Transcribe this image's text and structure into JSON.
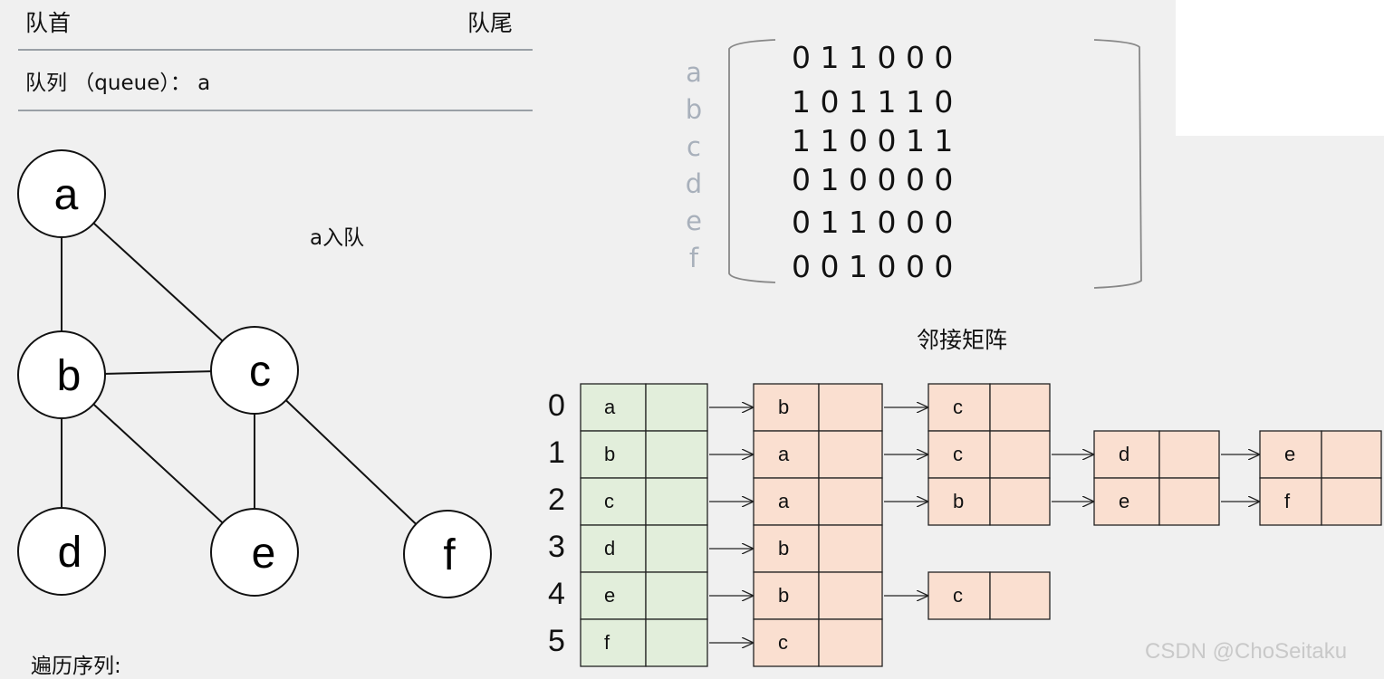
{
  "queue": {
    "head_label": "队首",
    "tail_label": "队尾",
    "content_label": "队列 （queue）： a"
  },
  "step_label": "a入队",
  "traversal_label": "遍历序列:",
  "graph": {
    "nodes": [
      "a",
      "b",
      "c",
      "d",
      "e",
      "f"
    ],
    "edges": [
      [
        "a",
        "b"
      ],
      [
        "a",
        "c"
      ],
      [
        "b",
        "c"
      ],
      [
        "b",
        "d"
      ],
      [
        "b",
        "e"
      ],
      [
        "c",
        "e"
      ],
      [
        "c",
        "f"
      ]
    ]
  },
  "matrix": {
    "row_labels": [
      "a",
      "b",
      "c",
      "d",
      "e",
      "f"
    ],
    "rows": [
      "0 1 1 0 0 0",
      "1 0 1 1 1 0",
      "1 1 0 0 1 1",
      "0 1 0 0 0 0",
      "0 1 1 0 0 0",
      "0 0 1 0 0 0"
    ],
    "caption": "邻接矩阵"
  },
  "adjacency_list": {
    "indices": [
      "0",
      "1",
      "2",
      "3",
      "4",
      "5"
    ],
    "heads": [
      "a",
      "b",
      "c",
      "d",
      "e",
      "f"
    ],
    "rows": [
      [
        "b",
        "c"
      ],
      [
        "a",
        "c",
        "d",
        "e"
      ],
      [
        "a",
        "b",
        "e",
        "f"
      ],
      [
        "b"
      ],
      [
        "b",
        "c"
      ],
      [
        "c"
      ]
    ]
  },
  "colors": {
    "head_fill": "#e2eedb",
    "node_fill": "#fadfd0",
    "stroke": "#222222"
  },
  "watermark": "CSDN @ChoSeitaku"
}
